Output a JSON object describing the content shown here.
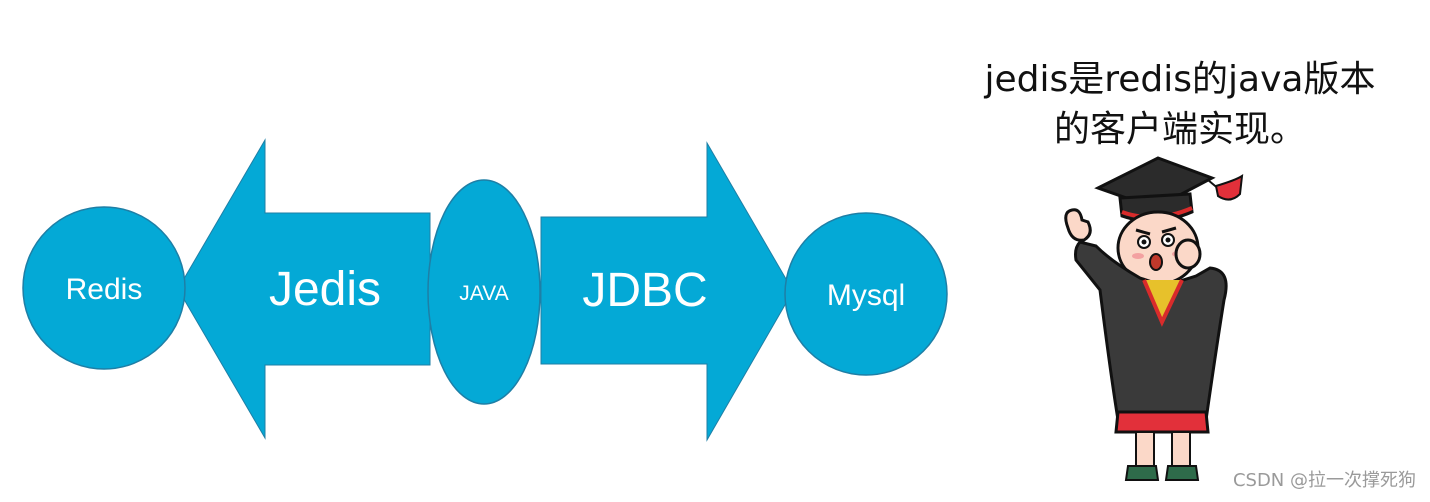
{
  "colors": {
    "shape_fill": "#04a9d6",
    "shape_stroke": "#1e7fa6",
    "label": "#ffffff"
  },
  "diagram": {
    "nodes": [
      {
        "id": "redis",
        "label": "Redis"
      },
      {
        "id": "java",
        "label": "JAVA"
      },
      {
        "id": "mysql",
        "label": "Mysql"
      }
    ],
    "arrows": [
      {
        "id": "jedis",
        "label": "Jedis",
        "from": "JAVA",
        "to": "Redis"
      },
      {
        "id": "jdbc",
        "label": "JDBC",
        "from": "JAVA",
        "to": "Mysql"
      }
    ]
  },
  "caption": {
    "line1": "jedis是redis的java版本",
    "line2": "的客户端实现。"
  },
  "illustration": {
    "subject": "graduate cartoon in cap and gown"
  },
  "watermark": "CSDN @拉一次撑死狗"
}
